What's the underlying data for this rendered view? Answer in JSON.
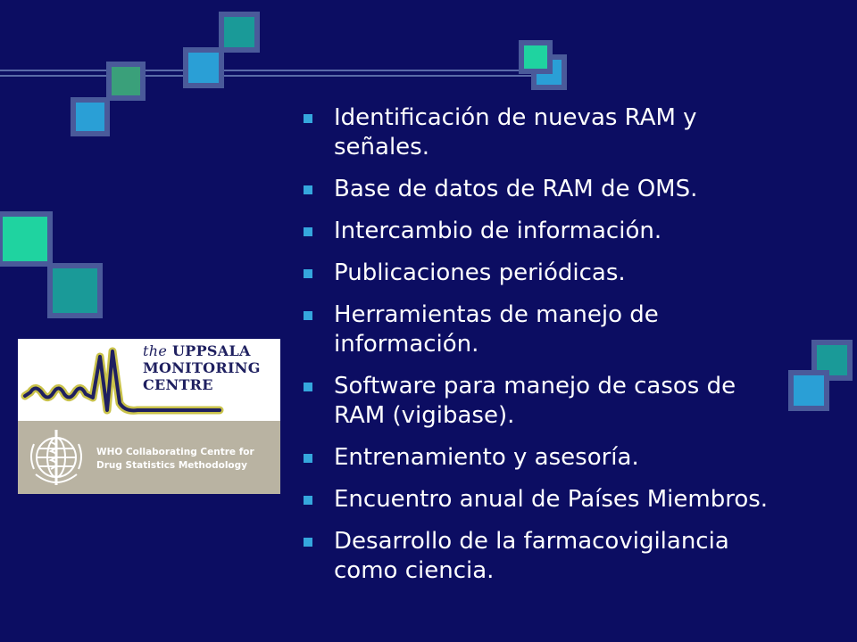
{
  "bullets": [
    "Identificación de nuevas RAM  y señales.",
    "Base de datos de RAM de OMS.",
    "Intercambio de información.",
    "Publicaciones periódicas.",
    "Herramientas de manejo de información.",
    "Software para manejo de casos de RAM (vigibase).",
    "Entrenamiento y asesoría.",
    "Encuentro anual de Países Miembros.",
    "Desarrollo de la farmacovigilancia como ciencia."
  ],
  "logo": {
    "the": "the",
    "uppsala": "UPPSALA",
    "monitoring": "MONITORING",
    "centre": "CENTRE",
    "who_line1": "WHO Collaborating Centre for",
    "who_line2": "Drug Statistics Methodology"
  },
  "colors": {
    "background": "#0c0d62",
    "bullet": "#35a7dd",
    "square_teal": "#1a9a98",
    "square_green": "#3aa07a",
    "square_blue": "#2a9fd6",
    "square_mint": "#1fd3a0",
    "square_border": "#4a5a9a"
  }
}
